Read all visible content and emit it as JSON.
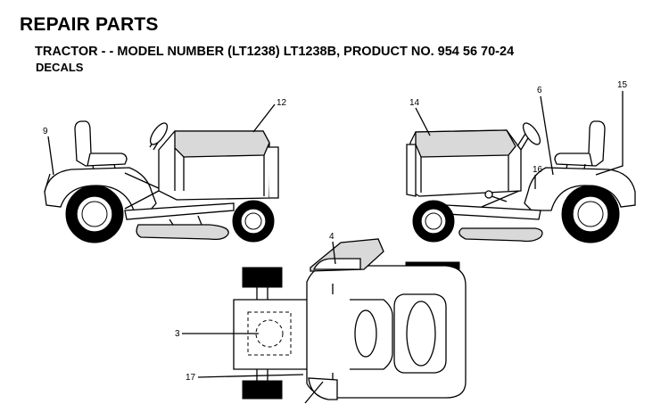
{
  "header": {
    "title": "REPAIR PARTS",
    "subtitle": "TRACTOR - - MODEL NUMBER (LT1238) LT1238B, PRODUCT NO. 954 56 70-24",
    "section": "DECALS"
  },
  "callouts": {
    "c3": "3",
    "c4": "4",
    "c6": "6",
    "c9": "9",
    "c12": "12",
    "c14": "14",
    "c15": "15",
    "c16": "16",
    "c17": "17"
  }
}
